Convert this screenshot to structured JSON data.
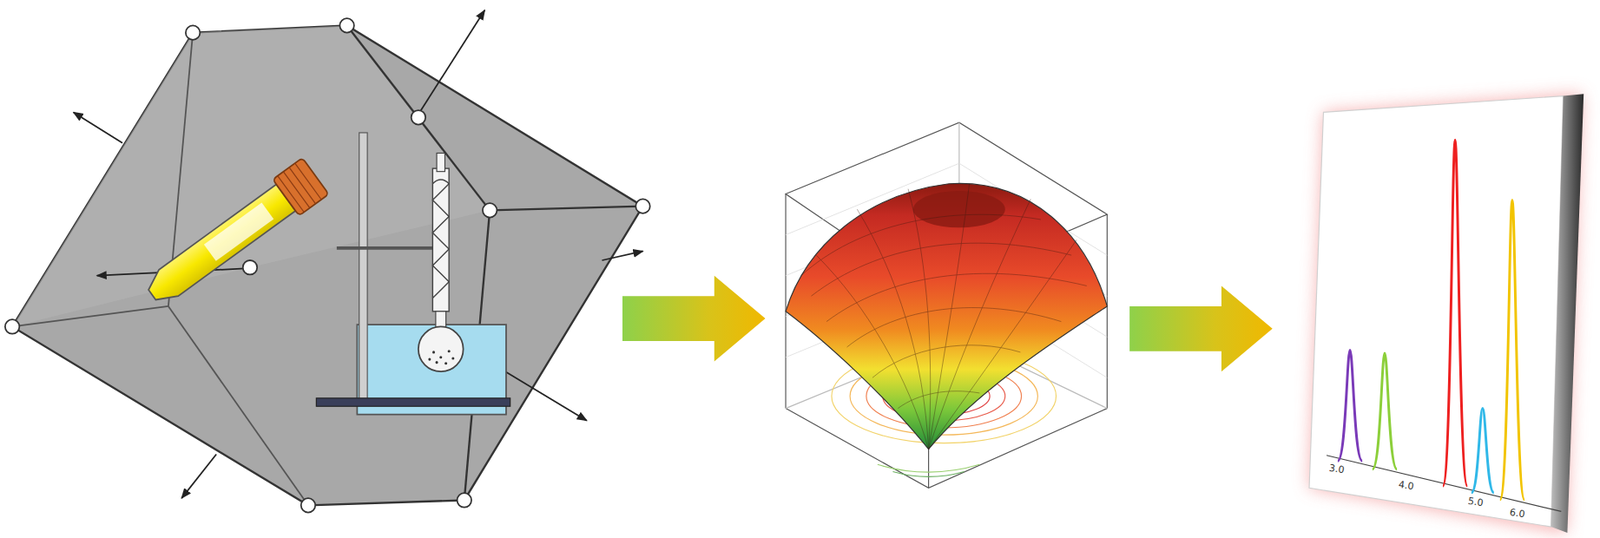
{
  "diagram": {
    "labels": [
      "3.0",
      "4.0",
      "5.0",
      "6.0"
    ]
  }
}
